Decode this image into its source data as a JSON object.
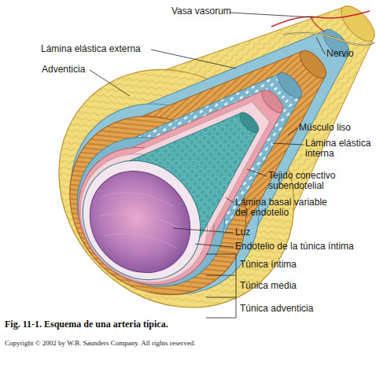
{
  "diagram": {
    "caption": "Fig. 11-1. Esquema de una arteria típica.",
    "labels": [
      "Vasa vasorum",
      "Lámina elástica externa",
      "Nervio",
      "Adventicia",
      "Músculo liso",
      "Lámina elástica interna",
      "Tejido conectivo subendotelial",
      "Lámina basal variable del endotelio",
      "Luz",
      "Endotelio de la túnica íntima",
      "Túnica íntima",
      "Túnica media",
      "Túnica adventicia",
      "Copyright © 2002 by W.B. Saunders Company. All rights reserved."
    ]
  }
}
